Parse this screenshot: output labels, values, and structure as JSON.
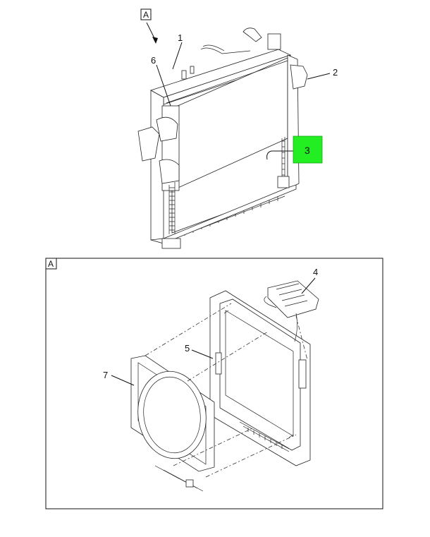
{
  "view_marker": "A",
  "detail_label": "A",
  "callouts": {
    "c1": "1",
    "c2": "2",
    "c3": "3",
    "c4": "4",
    "c5": "5",
    "c6": "6",
    "c7": "7"
  },
  "colors": {
    "highlight": "#22ee22",
    "line": "#111111",
    "background": "#ffffff"
  }
}
